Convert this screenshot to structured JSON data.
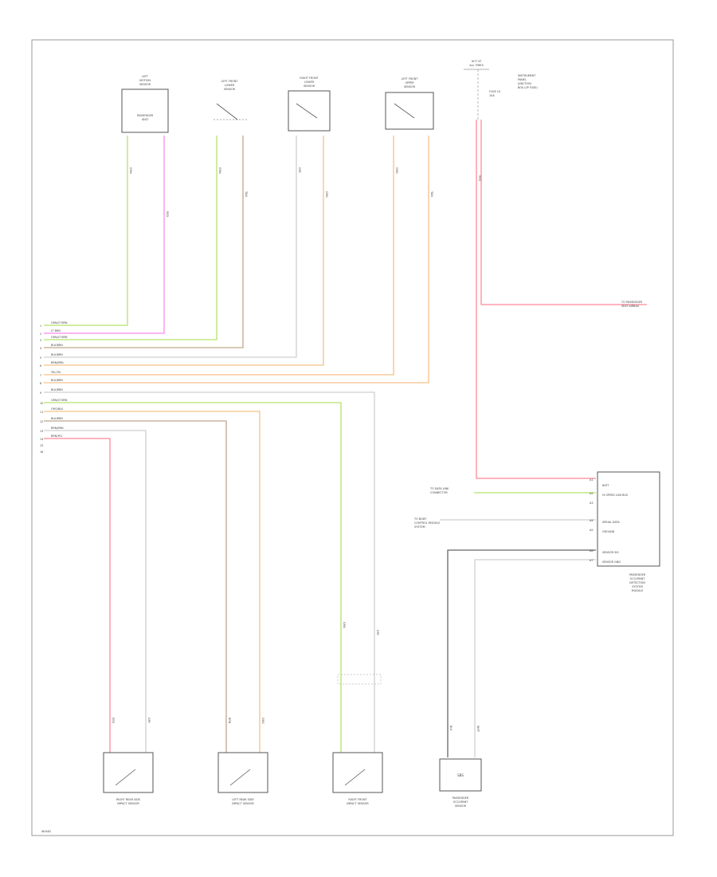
{
  "colors": {
    "green": "#b5e36b",
    "pink": "#ff88ee",
    "orange": "#f5c08a",
    "grey": "#cfcfcf",
    "tan": "#bfa68a",
    "red": "#ff8899",
    "black": "#666666"
  },
  "connector_pins": [
    "1",
    "2",
    "3",
    "4",
    "5",
    "6",
    "7",
    "8",
    "9",
    "10",
    "11",
    "12",
    "13",
    "14",
    "15",
    "16"
  ],
  "wire_labels": [
    "GRN/LT BRN",
    "LT BRN",
    "GRN/LT BRN",
    "BLK/BRN",
    "BLK/BRN",
    "BRN/BRN",
    "YEL/TN",
    "BLK/BRN",
    "BLK/BRN",
    "GRN/LT BRN",
    "ORG/BLK",
    "BLK/BRN",
    "BRN/BRN",
    "BRN/YEL"
  ],
  "top_components": [
    {
      "lines": [
        "LEFT",
        "MOTION",
        "SENSOR"
      ],
      "inner": [
        "PASSENGER",
        "SEAT"
      ]
    },
    {
      "lines": [
        "LEFT FRONT",
        "LOWER",
        "SENSOR"
      ]
    },
    {
      "lines": [
        "RIGHT FRONT",
        "LOWER",
        "SENSOR"
      ]
    },
    {
      "lines": [
        "LEFT FRONT",
        "UPPER",
        "SENSOR"
      ]
    }
  ],
  "bottom_components": [
    {
      "lines": [
        "RIGHT REAR SIDE",
        "IMPACT SENSOR"
      ]
    },
    {
      "lines": [
        "LEFT REAR SIDE",
        "IMPACT SENSOR"
      ]
    },
    {
      "lines": [
        "RIGHT FRONT",
        "IMPACT SENSOR"
      ]
    },
    {
      "lines": [
        "PASSENGER",
        "OCCUPANT",
        "SENSOR"
      ],
      "inner": "SBS"
    }
  ],
  "fuse_panel": {
    "label": [
      "HOT AT",
      "ALL TIMES"
    ],
    "fuse": [
      "FUSE 10",
      "10A"
    ],
    "lines": [
      "INSTRUMENT",
      "PANEL",
      "JUNCTION",
      "BOX (I/P FUSE)"
    ]
  },
  "module": {
    "pins": [
      "A1",
      "A2",
      "A3",
      "A4",
      "A5",
      "A6",
      "A7"
    ],
    "labels": [
      "BATT",
      "HI SPEED CAN BUS",
      "SERIAL DATA",
      "GROUND",
      "SENSOR SIG",
      "SENSOR GND"
    ],
    "title": [
      "PASSENGER",
      "OCCUPANT",
      "DETECTION",
      "SYSTEM",
      "MODULE"
    ]
  },
  "wire_tags": [
    "GRN",
    "YEL",
    "TAN",
    "BLK",
    "RED",
    "WHT",
    "VIO",
    "ORG",
    "GRY",
    "BRN"
  ],
  "side_notes": [
    {
      "lines": [
        "TO DATA LINK",
        "CONNECTOR"
      ]
    },
    {
      "lines": [
        "TO BODY",
        "CONTROL MODULE",
        "SYSTEM"
      ]
    },
    {
      "lines": [
        "TO PASSENGER",
        "SEAT AIRBAG"
      ]
    }
  ],
  "footer_ref": "W0482"
}
